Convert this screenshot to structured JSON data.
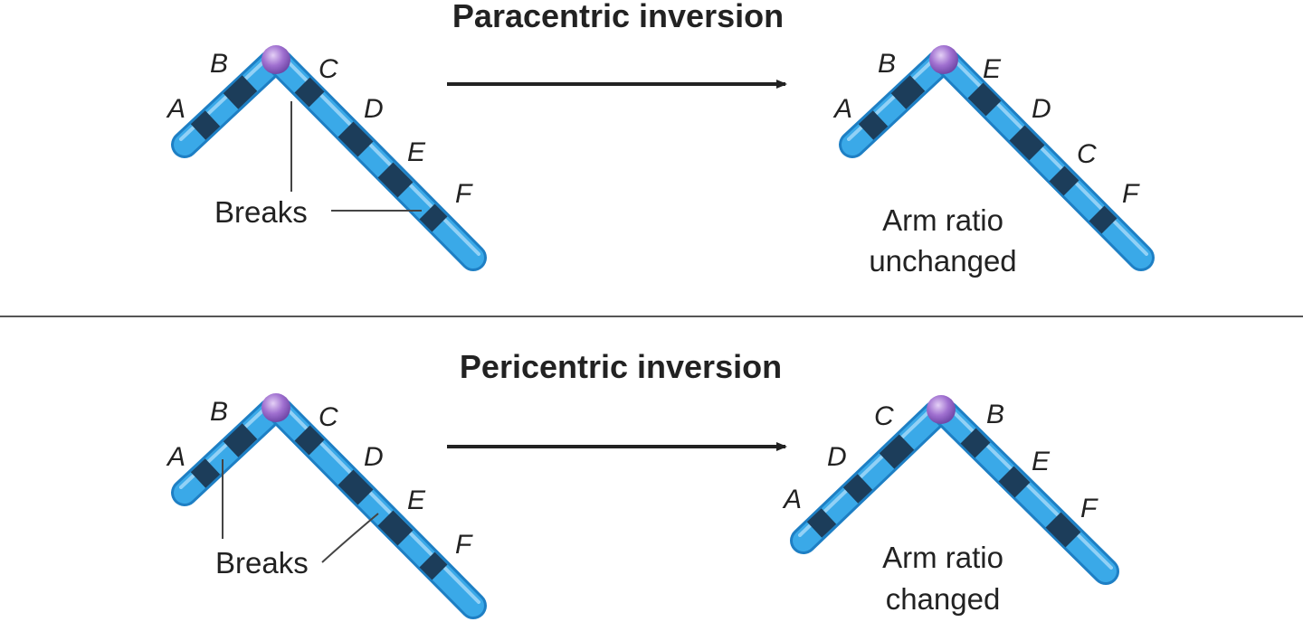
{
  "titles": {
    "paracentric": "Paracentric inversion",
    "pericentric": "Pericentric inversion"
  },
  "panels": {
    "paracentric": {
      "before": {
        "genes": {
          "left_outer": "A",
          "left_inner": "B",
          "right_1": "C",
          "right_2": "D",
          "right_3": "E",
          "right_4": "F"
        },
        "note": "Breaks"
      },
      "after": {
        "genes": {
          "left_outer": "A",
          "left_inner": "B",
          "right_1": "E",
          "right_2": "D",
          "right_3": "C",
          "right_4": "F"
        },
        "note_line1": "Arm ratio",
        "note_line2": "unchanged"
      }
    },
    "pericentric": {
      "before": {
        "genes": {
          "left_outer": "A",
          "left_inner": "B",
          "right_1": "C",
          "right_2": "D",
          "right_3": "E",
          "right_4": "F"
        },
        "note": "Breaks"
      },
      "after": {
        "genes": {
          "left_outer": "A",
          "left_2": "D",
          "left_inner": "C",
          "right_1": "B",
          "right_2": "E",
          "right_3": "F"
        },
        "note_line1": "Arm ratio",
        "note_line2": "changed"
      }
    }
  },
  "colors": {
    "chromosome_body": "#3aa9e8",
    "chromosome_edge": "#1e7fc4",
    "chromosome_highlight": "#a8dcfa",
    "band_dark": "#1c3d5a",
    "centromere": "#a070d0",
    "centromere_highlight": "#d8c0f0",
    "arrow": "#222222",
    "divider": "#555555"
  }
}
